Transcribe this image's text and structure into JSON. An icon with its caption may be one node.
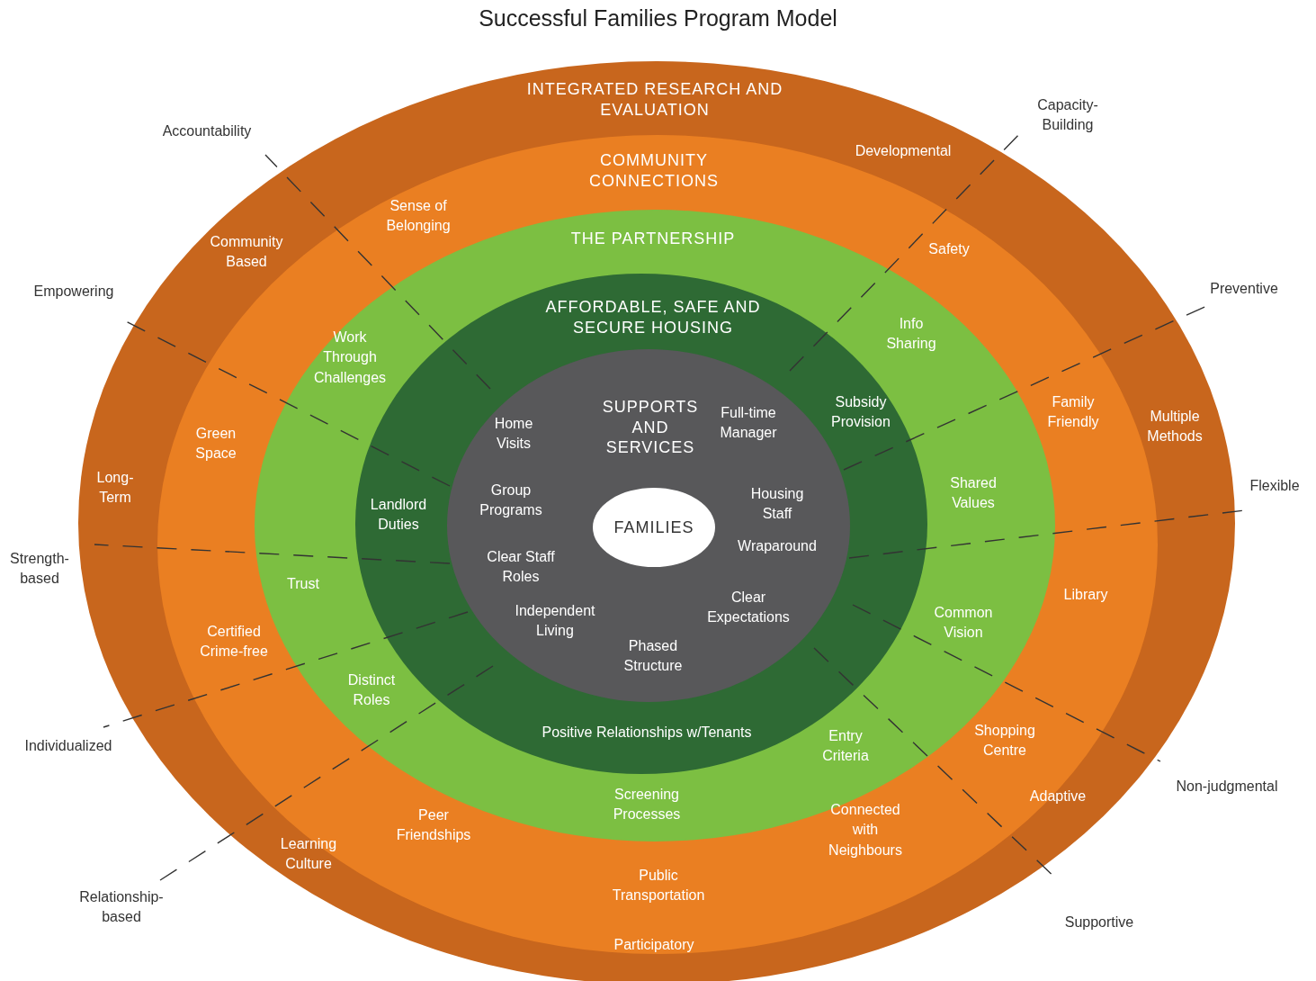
{
  "diagram": {
    "title": "Successful Families Program Model",
    "nodes": [
      {
        "text": [
          "INTEGRATED RESEARCH AND EVALUATION"
        ]
      },
      {
        "text": [
          "COMMUNITY CONNECTIONS"
        ],
        "in": 0
      },
      {
        "text": [
          "THE PARTNERSHIP"
        ],
        "in": 1
      },
      {
        "text": [
          "AFFORDABLE, SAFE AND SECURE HOUSING"
        ],
        "in": 2
      },
      {
        "text": [
          "SUPPORTS AND SERVICES"
        ],
        "in": 3
      },
      {
        "text": [
          "FAMILIES"
        ],
        "in": 4
      }
    ],
    "labels": [
      "Accountability",
      "Capacity-Building",
      "Developmental",
      "Sense of Belonging",
      "Community Based",
      "Safety",
      "Empowering",
      "Preventive",
      "Info Sharing",
      "Work Through Challenges",
      "Subsidy Provision",
      "Family Friendly",
      "Multiple Methods",
      "Home Visits",
      "Full-time Manager",
      "Green Space",
      "Long-Term",
      "Flexible",
      "Shared Values",
      "Group Programs",
      "Housing Staff",
      "Landlord Duties",
      "Wraparound",
      "Clear Staff Roles",
      "Strength-based",
      "Trust",
      "Library",
      "Clear Expectations",
      "Independent Living",
      "Common Vision",
      "Certified Crime-free",
      "Phased Structure",
      "Distinct Roles",
      "Positive Relationships w/Tenants",
      "Entry Criteria",
      "Individualized",
      "Shopping Centre",
      "Non-judgmental",
      "Adaptive",
      "Screening Processes",
      "Peer Friendships",
      "Connected with Neighbours",
      "Learning Culture",
      "Public Transportation",
      "Relationship-based",
      "Supportive",
      "Participatory"
    ]
  }
}
